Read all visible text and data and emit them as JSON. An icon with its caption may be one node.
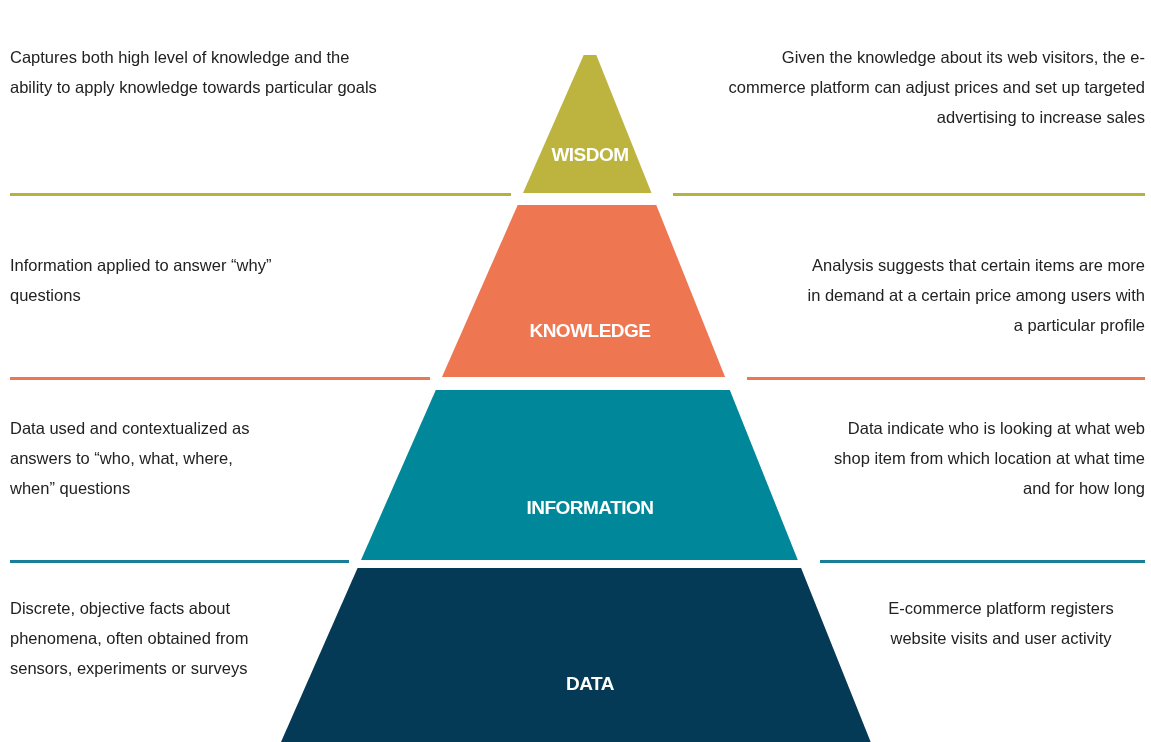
{
  "diagram": {
    "nodes": [
      {
        "text": [
          "WISDOM"
        ]
      },
      {
        "text": [
          "KNOWLEDGE"
        ]
      },
      {
        "text": [
          "INFORMATION"
        ]
      },
      {
        "text": [
          "DATA"
        ]
      }
    ],
    "labels": [
      "Captures both high level of knowledge and the ability to apply knowledge towards particular goals",
      "Given the knowledge about its web visitors, the e-commerce platform can adjust prices and set up targeted advertising to increase sales",
      "Information applied to answer “why” questions",
      "Analysis suggests that certain items are more in demand at a certain price among users with a particular profile",
      "Data used and contextualized as answers to “who, what, where, when” questions",
      "Data indicate who is looking at what web shop item from which location at what time and for how long",
      "Discrete, objective facts about phenomena, often obtained from sensors, experiments or surveys",
      "E-commerce platform registers website visits and user activity"
    ]
  }
}
